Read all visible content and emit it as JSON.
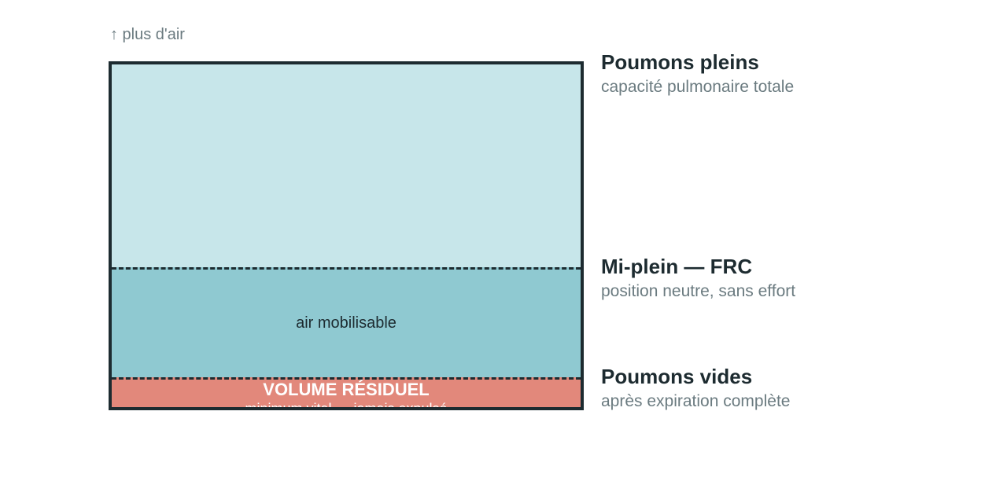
{
  "hint": {
    "top": "↑ plus d'air"
  },
  "box": {
    "mobilisable_label": "air mobilisable",
    "residual_title": "VOLUME RÉSIDUEL",
    "residual_subtitle": "minimum vital — jamais expulsé"
  },
  "levels": [
    {
      "title": "Poumons pleins",
      "subtitle": "capacité pulmonaire totale"
    },
    {
      "title": "Mi-plein — FRC",
      "subtitle": "position neutre, sans effort"
    },
    {
      "title": "Poumons vides",
      "subtitle": "après expiration complète"
    }
  ],
  "colors": {
    "reserve": "#c7e6ea",
    "mobilisable": "#8fc9d1",
    "residual": "#e2887b",
    "outline": "#1d2b30"
  }
}
